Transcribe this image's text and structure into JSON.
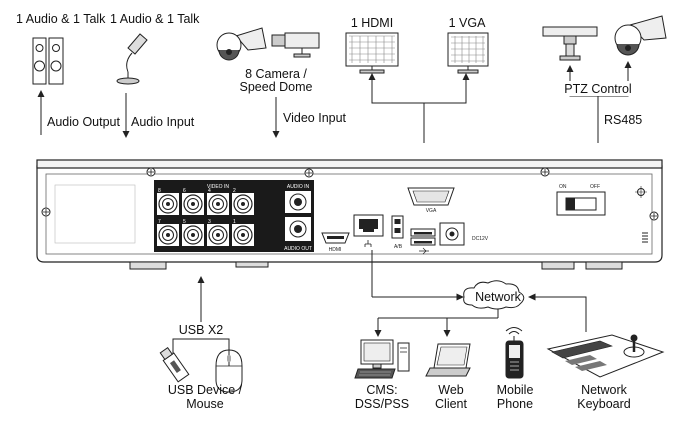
{
  "top_labels": {
    "audio_talk_left": "1 Audio  & 1 Talk",
    "audio_talk_right": "1 Audio & 1 Talk",
    "hdmi": "1 HDMI",
    "vga": "1 VGA",
    "camera_line1": "8 Camera /",
    "camera_line2": "Speed Dome",
    "audio_output": "Audio  Output",
    "audio_input": "Audio  Input",
    "video_input": "Video Input",
    "ptz_control": "PTZ Control",
    "rs485": "RS485"
  },
  "panel_labels": {
    "video_in": "VIDEO IN",
    "audio_in": "AUDIO IN",
    "audio_out": "AUDIO OUT",
    "hdmi": "HDMI",
    "vga": "VGA",
    "ab": "A/B",
    "dc": "DC12V",
    "on": "ON",
    "off": "OFF",
    "ch": [
      "8",
      "6",
      "4",
      "2",
      "7",
      "5",
      "3",
      "1"
    ]
  },
  "bottom_labels": {
    "usb_x2": "USB X2",
    "usb_line1": "USB Device /",
    "usb_line2": "Mouse",
    "network": "Network",
    "cms_line1": "CMS:",
    "cms_line2": "DSS/PSS",
    "web_line1": "Web",
    "web_line2": "Client",
    "mobile_line1": "Mobile",
    "mobile_line2": "Phone",
    "keyboard_line1": "Network",
    "keyboard_line2": "Keyboard"
  }
}
